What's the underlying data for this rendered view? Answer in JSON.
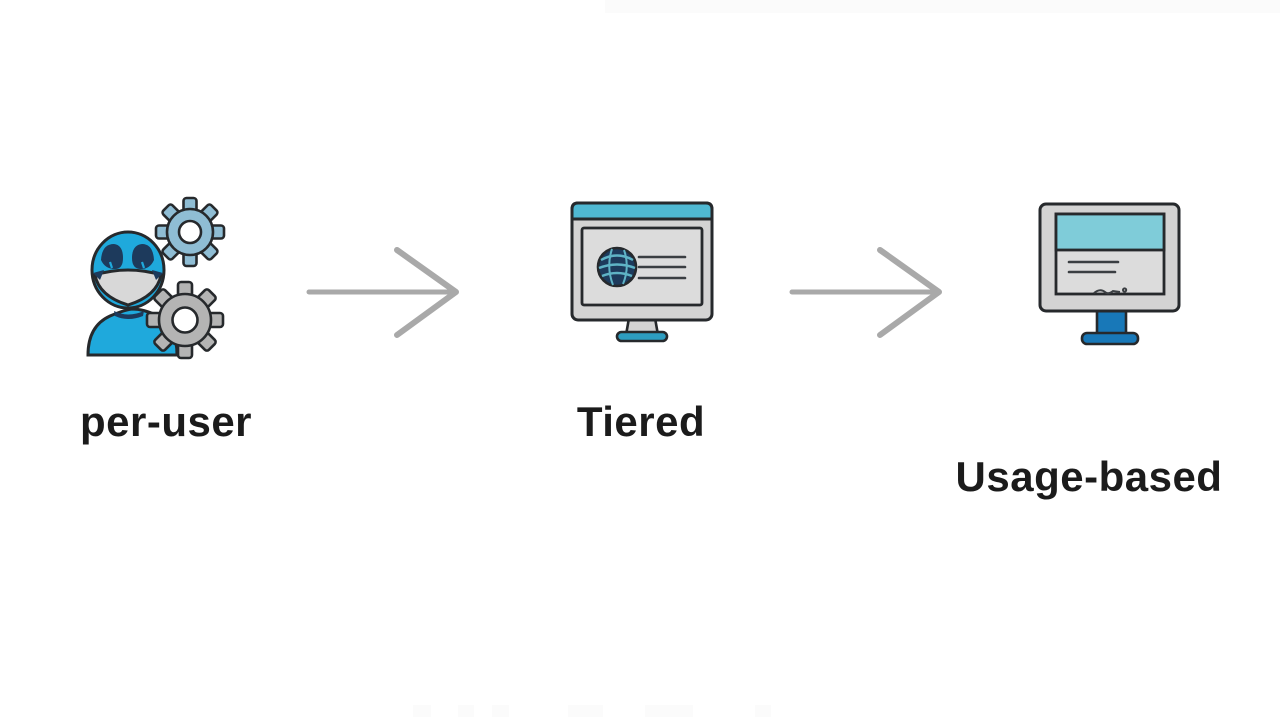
{
  "slide": {
    "background": "#ffffff",
    "steps": [
      {
        "label": "per-user",
        "icon": "user-with-gears"
      },
      {
        "label": "Tiered",
        "icon": "desktop-browser-globe"
      },
      {
        "label": "Usage-based",
        "icon": "desktop-split-screen"
      }
    ],
    "arrows": {
      "count": 2,
      "direction": "right",
      "style": "thin-open-chevron"
    },
    "colors": {
      "cyan": "#1fa9dc",
      "navy": "#1d3a5c",
      "mask_gray": "#d8d8d8",
      "gear_blue": "#8fbdd4",
      "gear_gray": "#b4b4b4",
      "frame_gray": "#d3d3d3",
      "screen_gray": "#dcdcdc",
      "teal_bar": "#4fb8d2",
      "teal_panel": "#7fccd9",
      "globe_teal": "#5fb3c6",
      "stand_blue": "#1878b8",
      "base_teal": "#2d9dc0",
      "arrow_gray": "#a9a9a9",
      "outline": "#26292c",
      "line_dark": "#3a3e42",
      "label_color": "#1b1b1b"
    }
  }
}
